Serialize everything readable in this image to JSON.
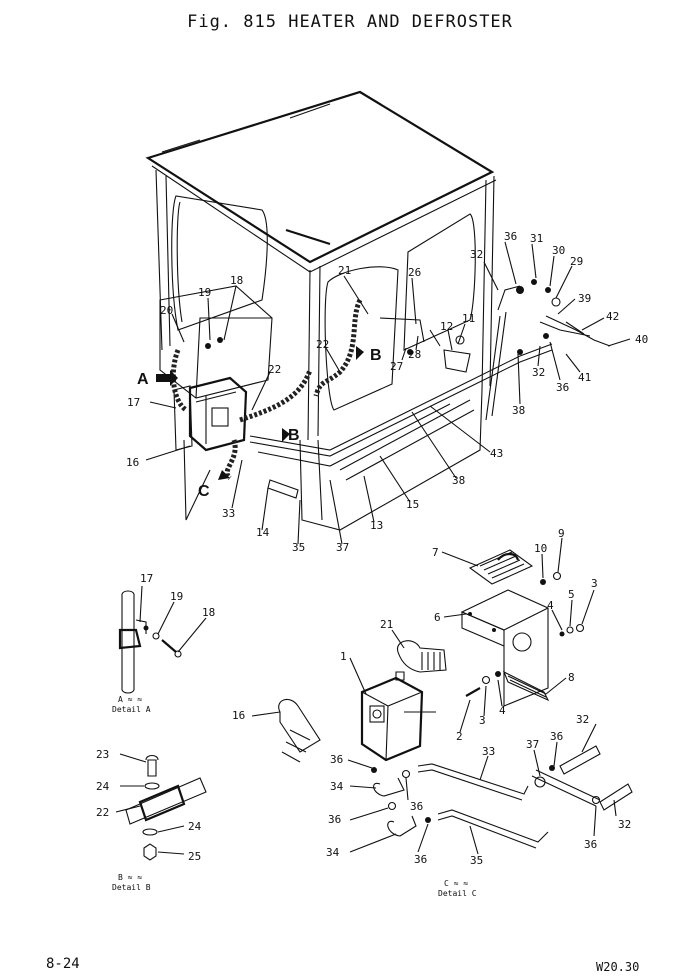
{
  "title": "Fig. 815 HEATER AND DEFROSTER",
  "page_number": "8-24",
  "doc_code": "W20.30",
  "view_labels": [
    "A",
    "B",
    "B",
    "C"
  ],
  "details": {
    "a": {
      "line1": "A ≈ ≈",
      "line2": "Detail  A"
    },
    "b": {
      "line1": "B ≈ ≈",
      "line2": "Detail  B"
    },
    "c": {
      "line1": "C ≈ ≈",
      "line2": "Detail  C"
    }
  },
  "callouts": {
    "main": [
      "36",
      "31",
      "30",
      "29",
      "32",
      "39",
      "42",
      "40",
      "41",
      "36",
      "32",
      "38",
      "11",
      "12",
      "26",
      "21",
      "19",
      "18",
      "20",
      "22",
      "22",
      "27",
      "28",
      "43",
      "38",
      "15",
      "13",
      "37",
      "35",
      "14",
      "33",
      "16",
      "17"
    ],
    "heater": [
      "7",
      "10",
      "9",
      "6",
      "4",
      "5",
      "3",
      "21",
      "1",
      "2",
      "3",
      "4",
      "8",
      "16",
      "32",
      "36",
      "37",
      "33",
      "36",
      "34",
      "36",
      "36",
      "32",
      "34",
      "36",
      "36",
      "35"
    ],
    "detail_a": [
      "17",
      "19",
      "18"
    ],
    "detail_b": [
      "23",
      "24",
      "22",
      "24",
      "25"
    ]
  }
}
